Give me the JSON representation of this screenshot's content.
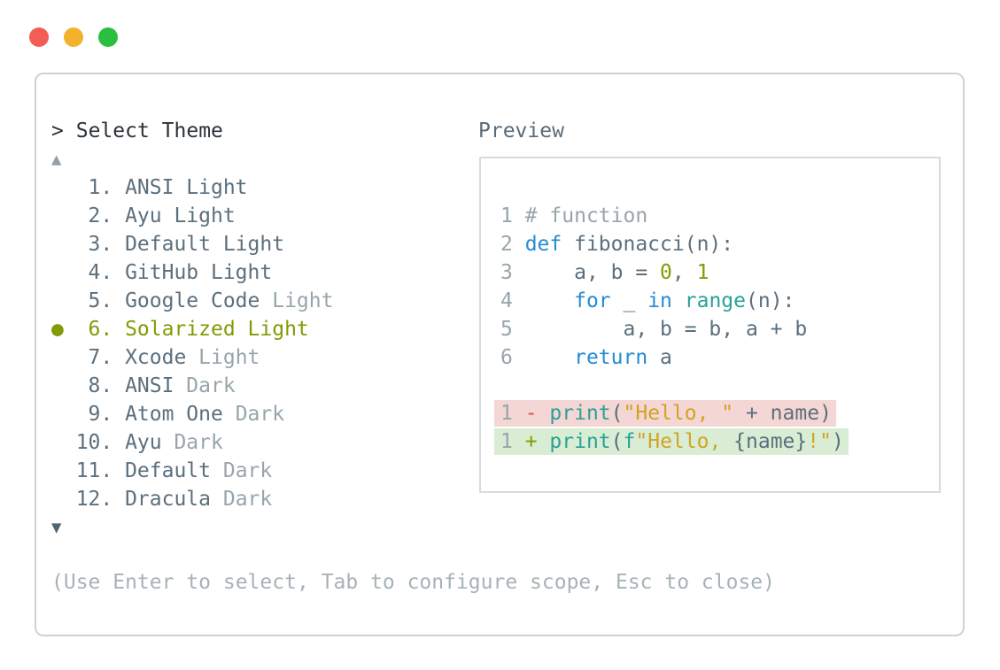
{
  "colors": {
    "text_default": "#5c6f7d",
    "text_dark": "#2b3238",
    "label": "#5a6b78",
    "muted": "#98a5ab",
    "hint": "#a7b2b7",
    "olive": "#849a04",
    "keyword": "#268bd2",
    "builtin": "#2aa198",
    "string": "#d2a324",
    "red": "#df4b46",
    "removed_bg": "#f4d7d5",
    "added_bg": "#d9edd4",
    "panel_border": "#ccd3d8",
    "preview_border": "#d5dbde",
    "arrow_up": "#93a0a7",
    "arrow_down": "#506673",
    "tl_close": "#f25e56",
    "tl_min": "#f2b32b",
    "tl_zoom": "#2abf3f"
  },
  "window": {
    "controls": [
      "close",
      "minimize",
      "zoom"
    ]
  },
  "theme_picker": {
    "prompt": ">",
    "title": "Select Theme",
    "scroll_up_indicator": "▲",
    "scroll_down_indicator": "▼",
    "selected_marker": "●",
    "hint": "(Use Enter to select, Tab to configure scope, Esc to close)",
    "items": [
      {
        "number": "1",
        "name": "ANSI Light",
        "muted_suffix": "",
        "selected": false
      },
      {
        "number": "2",
        "name": "Ayu Light",
        "muted_suffix": "",
        "selected": false
      },
      {
        "number": "3",
        "name": "Default Light",
        "muted_suffix": "",
        "selected": false
      },
      {
        "number": "4",
        "name": "GitHub Light",
        "muted_suffix": "",
        "selected": false
      },
      {
        "number": "5",
        "name": "Google Code",
        "muted_suffix": "Light",
        "selected": false
      },
      {
        "number": "6",
        "name": "Solarized Light",
        "muted_suffix": "",
        "selected": true
      },
      {
        "number": "7",
        "name": "Xcode",
        "muted_suffix": "Light",
        "selected": false
      },
      {
        "number": "8",
        "name": "ANSI",
        "muted_suffix": "Dark",
        "selected": false
      },
      {
        "number": "9",
        "name": "Atom One",
        "muted_suffix": "Dark",
        "selected": false
      },
      {
        "number": "10",
        "name": "Ayu",
        "muted_suffix": "Dark",
        "selected": false
      },
      {
        "number": "11",
        "name": "Default",
        "muted_suffix": "Dark",
        "selected": false
      },
      {
        "number": "12",
        "name": "Dracula",
        "muted_suffix": "Dark",
        "selected": false
      }
    ]
  },
  "preview": {
    "label": "Preview",
    "code_lines": [
      {
        "number": "1",
        "tokens": [
          {
            "text": "# function",
            "color": "comment"
          }
        ]
      },
      {
        "number": "2",
        "tokens": [
          {
            "text": "def",
            "color": "keyword"
          },
          {
            "text": " fibonacci(n):",
            "color": "default"
          }
        ]
      },
      {
        "number": "3",
        "tokens": [
          {
            "text": "    a, b = ",
            "color": "default"
          },
          {
            "text": "0",
            "color": "number"
          },
          {
            "text": ", ",
            "color": "default"
          },
          {
            "text": "1",
            "color": "number"
          }
        ]
      },
      {
        "number": "4",
        "tokens": [
          {
            "text": "    ",
            "color": "default"
          },
          {
            "text": "for",
            "color": "keyword"
          },
          {
            "text": " _ ",
            "color": "default"
          },
          {
            "text": "in",
            "color": "keyword"
          },
          {
            "text": " ",
            "color": "default"
          },
          {
            "text": "range",
            "color": "builtin"
          },
          {
            "text": "(n):",
            "color": "default"
          }
        ]
      },
      {
        "number": "5",
        "tokens": [
          {
            "text": "        a, b = b, a + b",
            "color": "default"
          }
        ]
      },
      {
        "number": "6",
        "tokens": [
          {
            "text": "    ",
            "color": "default"
          },
          {
            "text": "return",
            "color": "keyword"
          },
          {
            "text": " a",
            "color": "default"
          }
        ]
      }
    ],
    "diff_lines": [
      {
        "number": "1",
        "sign": "-",
        "type": "removed",
        "tokens": [
          {
            "text": "print",
            "color": "builtin"
          },
          {
            "text": "(",
            "color": "default"
          },
          {
            "text": "\"Hello, \"",
            "color": "string"
          },
          {
            "text": " + name)",
            "color": "default"
          }
        ]
      },
      {
        "number": "1",
        "sign": "+",
        "type": "added",
        "tokens": [
          {
            "text": "print",
            "color": "builtin"
          },
          {
            "text": "(",
            "color": "default"
          },
          {
            "text": "f",
            "color": "builtin"
          },
          {
            "text": "\"Hello, ",
            "color": "string"
          },
          {
            "text": "{name}",
            "color": "default"
          },
          {
            "text": "!\"",
            "color": "string"
          },
          {
            "text": ")",
            "color": "default"
          }
        ]
      }
    ]
  }
}
